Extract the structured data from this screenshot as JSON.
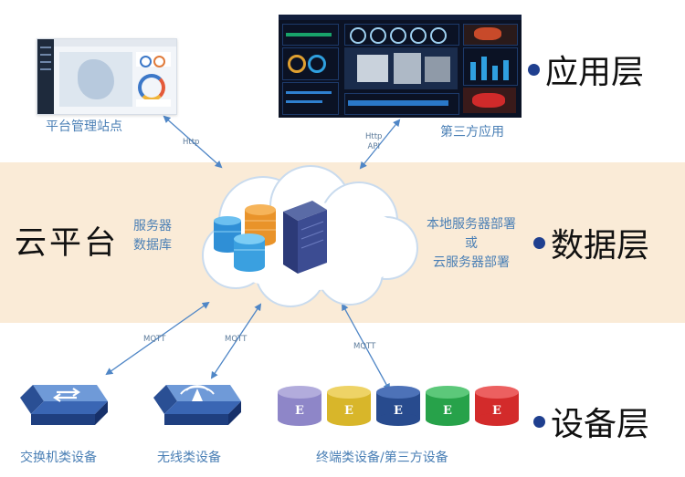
{
  "layers": {
    "app": "应用层",
    "data": "数据层",
    "device": "设备层"
  },
  "platform": {
    "title": "云平台",
    "db_line1": "服务器",
    "db_line2": "数据库"
  },
  "deployment": {
    "line1": "本地服务器部署",
    "line2": "或",
    "line3": "云服务器部署"
  },
  "apps": {
    "mgmt_site": "平台管理站点",
    "third_party_app": "第三方应用"
  },
  "protocols": {
    "http": "Http",
    "http_api_1": "Http",
    "http_api_2": "API",
    "mqtt_1": "MQTT",
    "mqtt_2": "MQTT",
    "mqtt_3": "MQTT"
  },
  "devices": {
    "switch": "交换机类设备",
    "wireless": "无线类设备",
    "terminal": "终端类设备/第三方设备"
  },
  "colors": {
    "band": "#faebd7",
    "caption_blue": "#4a7fb5",
    "dot_navy": "#1f3f8f",
    "device_blue": "#2e5ea8",
    "terminal_purple": "#8e86c8",
    "terminal_yellow": "#d8b62a",
    "terminal_navy": "#284b8e",
    "terminal_green": "#27a24a",
    "terminal_red": "#d32b2b"
  }
}
